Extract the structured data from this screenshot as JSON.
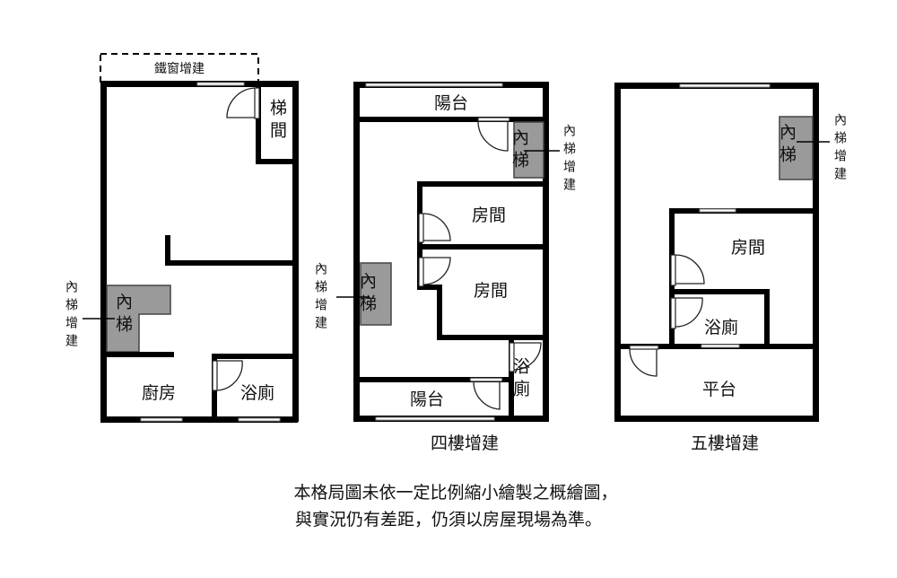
{
  "plan1": {
    "extension_top": "鐵窗增建",
    "stairwell": "梯間",
    "inner_stair": "內梯",
    "inner_stair_note": "內梯增建",
    "kitchen": "廚房",
    "bathroom": "浴廁"
  },
  "plan2": {
    "title": "四樓增建",
    "balcony_top": "陽台",
    "balcony_bottom": "陽台",
    "room1": "房間",
    "room2": "房間",
    "bathroom": "浴廁",
    "inner_stair_right": "內梯",
    "inner_stair_right_note": "內梯增建",
    "inner_stair_left": "內梯",
    "inner_stair_left_note": "內梯增建"
  },
  "plan3": {
    "title": "五樓增建",
    "room": "房間",
    "bathroom": "浴廁",
    "platform": "平台",
    "inner_stair": "內梯",
    "inner_stair_note": "內梯增建"
  },
  "caption": {
    "line1": "本格局圖未依一定比例縮小繪製之概繪圖，",
    "line2": "與實況仍有差距，仍須以房屋現場為準。"
  }
}
